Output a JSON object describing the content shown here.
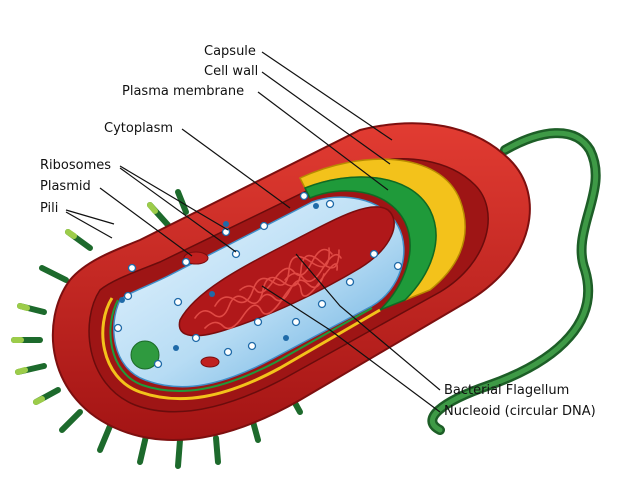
{
  "labels": {
    "capsule": "Capsule",
    "cell_wall": "Cell wall",
    "plasma_membrane": "Plasma membrane",
    "cytoplasm": "Cytoplasm",
    "ribosomes": "Ribosomes",
    "plasmid": "Plasmid",
    "pili": "Pili",
    "flagellum": "Bacterial Flagellum",
    "nucleoid": "Nucleoid (circular DNA)"
  },
  "colors": {
    "capsule": "#c81e1e",
    "capsule_dark": "#8e1111",
    "cell_wall": "#f3c21b",
    "plasma_membrane": "#1f9a3a",
    "cytoplasm": "#bfe0f5",
    "cytoplasm_edge": "#5aa7dc",
    "nucleoid": "#b0181a",
    "pili": "#1d6a2c",
    "flagellum": "#2b7a34",
    "leader": "#111111"
  }
}
